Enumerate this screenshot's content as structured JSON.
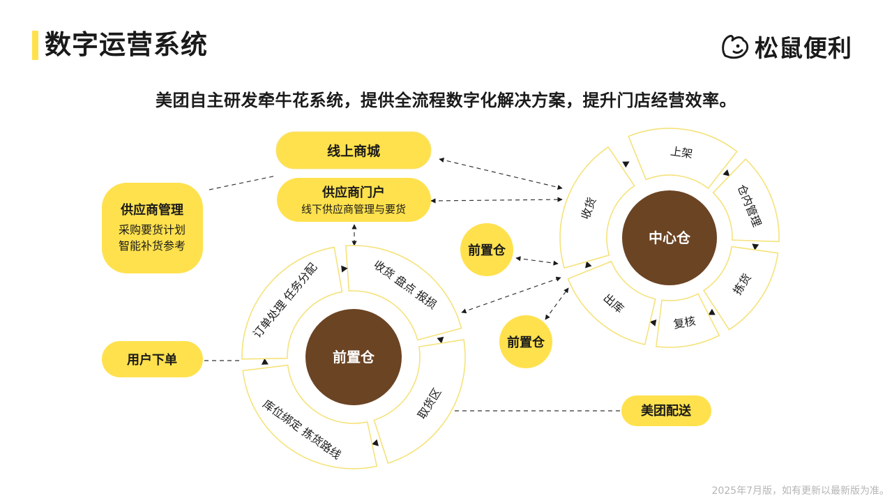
{
  "header": {
    "title": "数字运营系统",
    "brand_name": "松鼠便利",
    "brand_icon": "squirrel-logo-icon"
  },
  "subtitle": "美团自主研发牵牛花系统，提供全流程数字化解决方案，提升门店经营效率。",
  "footnote": "2025年7月版，如有更新以最新版为准。",
  "colors": {
    "accent_yellow": "#FFE14D",
    "dark_brown": "#6B4424",
    "ring_stroke": "#F5E27A",
    "text": "#1a1a1a"
  },
  "nodes": {
    "online_mall": "线上商城",
    "supplier_portal": {
      "title": "供应商门户",
      "desc": "线下供应商管理与要货"
    },
    "supplier_mgmt": {
      "title": "供应商管理",
      "line1": "采购要货计划",
      "line2": "智能补货参考"
    },
    "user_order": "用户下单",
    "meituan_delivery": "美团配送",
    "front_warehouse_a": "前置仓",
    "front_warehouse_b": "前置仓"
  },
  "central_ring": {
    "center": "中心仓",
    "segments": [
      "上架",
      "仓内管理",
      "拣货",
      "复核",
      "出库",
      "收货"
    ]
  },
  "front_ring": {
    "center": "前置仓",
    "segments": [
      "收货  盘点  报损",
      "取货区",
      "库位绑定  拣货路线",
      "订单处理  任务分配"
    ]
  }
}
